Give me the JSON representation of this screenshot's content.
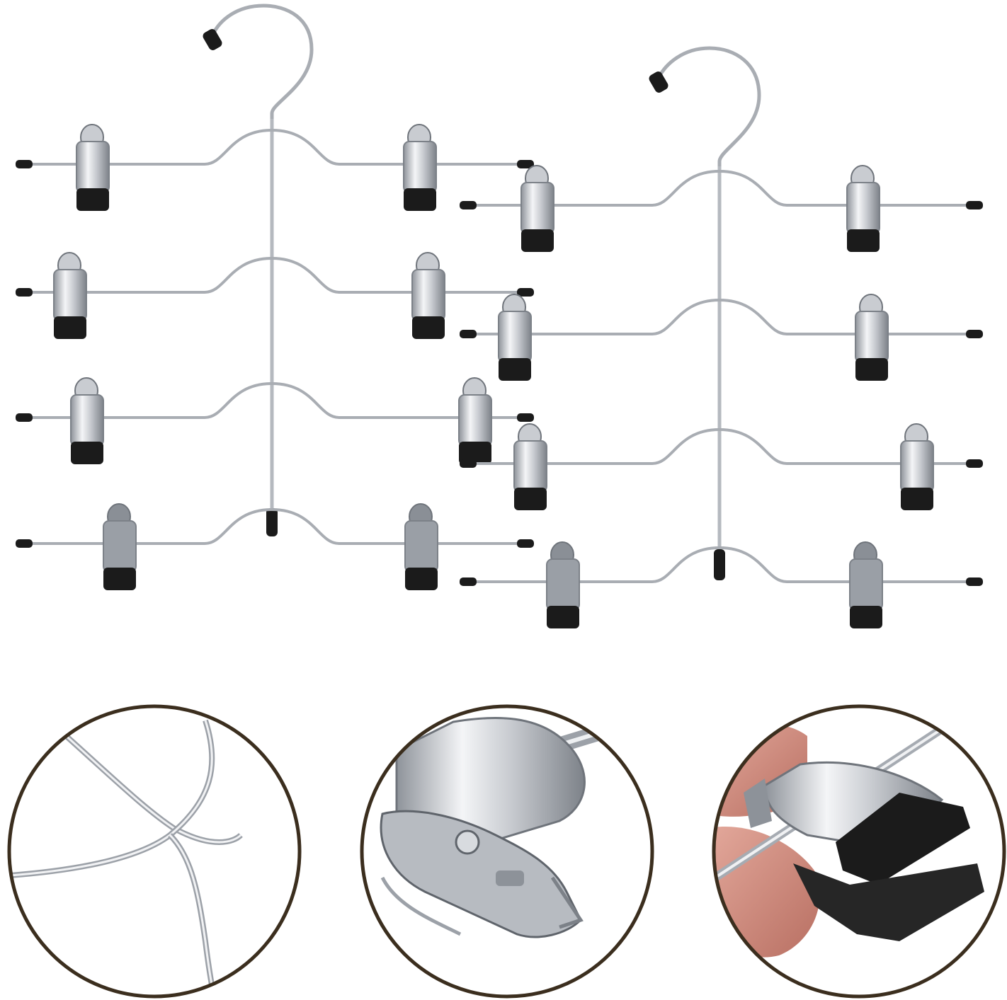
{
  "image": {
    "subject": "product-photo",
    "background": "#ffffff",
    "items": [
      {
        "name": "hanger-left",
        "tiers": 4,
        "clips_per_tier": 2
      },
      {
        "name": "hanger-right",
        "tiers": 4,
        "clips_per_tier": 2
      }
    ],
    "detail_views": [
      {
        "name": "wire-joint-detail",
        "icon": "wire-joint-icon"
      },
      {
        "name": "clip-hinge-detail",
        "icon": "clip-hinge-icon"
      },
      {
        "name": "clip-in-hand-detail",
        "icon": "hand-clip-icon"
      }
    ],
    "colors": {
      "chrome": "#c9ccd1",
      "chrome_dark": "#7d8289",
      "rubber": "#1b1b1b",
      "circle_border": "#3b2e1e",
      "skin": "#c98b7c"
    }
  }
}
